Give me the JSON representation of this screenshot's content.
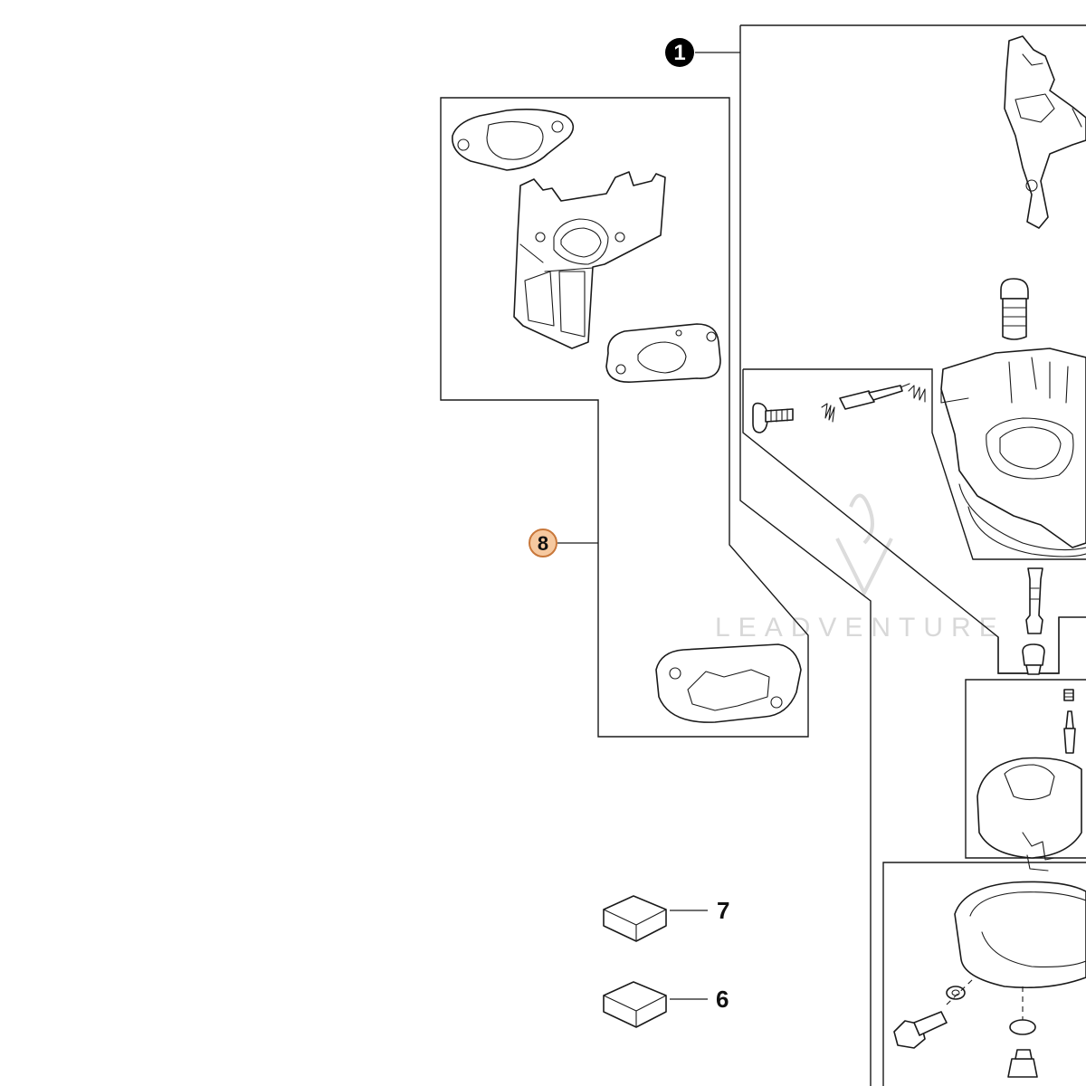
{
  "callouts": {
    "c1": {
      "label": "1"
    },
    "c8": {
      "label": "8",
      "highlight_color": "#f6c9a0",
      "highlight_border": "#c8773a"
    },
    "c7": {
      "label": "7"
    },
    "c6": {
      "label": "6"
    }
  },
  "watermark": {
    "text": "LEADVENTURE"
  }
}
